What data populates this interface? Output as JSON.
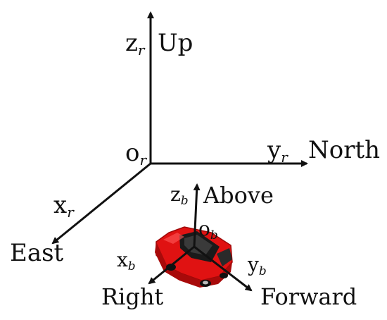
{
  "reference_frame": {
    "origin": {
      "symbol": "o",
      "subscript": "r"
    },
    "z_axis": {
      "symbol": "z",
      "subscript": "r",
      "label": "Up"
    },
    "y_axis": {
      "symbol": "y",
      "subscript": "r",
      "label": "North"
    },
    "x_axis": {
      "symbol": "x",
      "subscript": "r",
      "label": "East"
    }
  },
  "body_frame": {
    "origin": {
      "symbol": "o",
      "subscript": "b"
    },
    "z_axis": {
      "symbol": "z",
      "subscript": "b",
      "label": "Above"
    },
    "y_axis": {
      "symbol": "y",
      "subscript": "b",
      "label": "Forward"
    },
    "x_axis": {
      "symbol": "x",
      "subscript": "b",
      "label": "Right"
    }
  },
  "colors": {
    "axis": "#111111",
    "car_body": "#e01212",
    "car_dark": "#1a1a1a"
  }
}
